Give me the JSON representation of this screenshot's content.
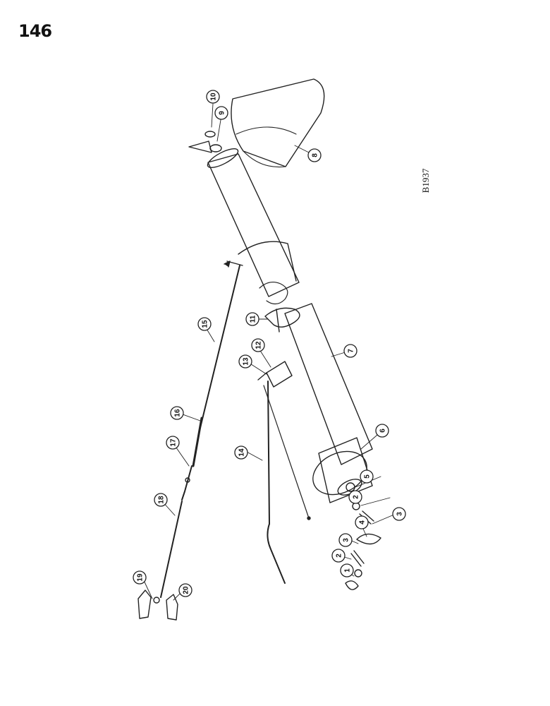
{
  "page": {
    "number": "146"
  },
  "diagram": {
    "code": "B1937",
    "callouts": [
      "1",
      "2",
      "2",
      "3",
      "3",
      "4",
      "5",
      "6",
      "7",
      "8",
      "9",
      "10",
      "11",
      "12",
      "13",
      "14",
      "15",
      "16",
      "17",
      "18",
      "19",
      "20"
    ]
  }
}
